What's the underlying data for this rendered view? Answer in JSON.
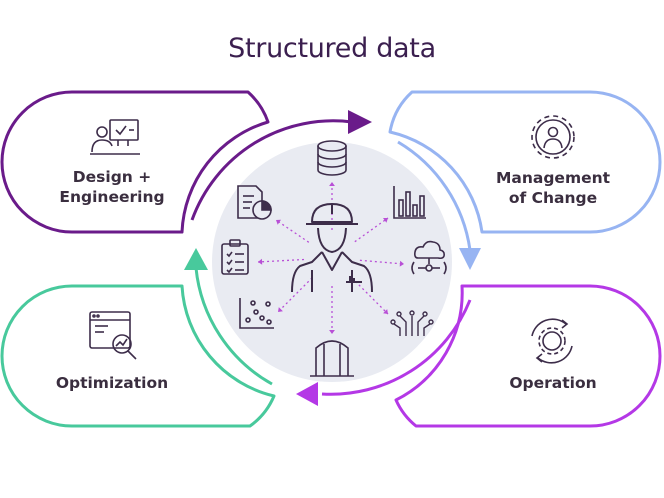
{
  "title": "Structured data",
  "sections": {
    "design": {
      "lines": [
        "Design +",
        "Engineering"
      ],
      "color": "#6a1b8a",
      "icon": "engineer-at-computer-icon"
    },
    "moc": {
      "lines": [
        "Management",
        "of Change"
      ],
      "color": "#97b4f2",
      "icon": "gear-person-icon"
    },
    "operation": {
      "lines": [
        "Operation"
      ],
      "color": "#b438e6",
      "icon": "cycle-gear-icon"
    },
    "optimization": {
      "lines": [
        "Optimization"
      ],
      "color": "#48c99c",
      "icon": "analytics-magnifier-icon"
    }
  },
  "center": {
    "circle_color": "#e9ebf2",
    "connector_color": "#b84fd6",
    "ink_color": "#3d2d4a",
    "icons": [
      "database-icon",
      "bar-chart-icon",
      "cloud-sensor-icon",
      "circuit-icon",
      "storage-tank-icon",
      "scatter-plot-icon",
      "checklist-icon",
      "document-chart-icon",
      "engineer-hardhat-icon"
    ]
  }
}
